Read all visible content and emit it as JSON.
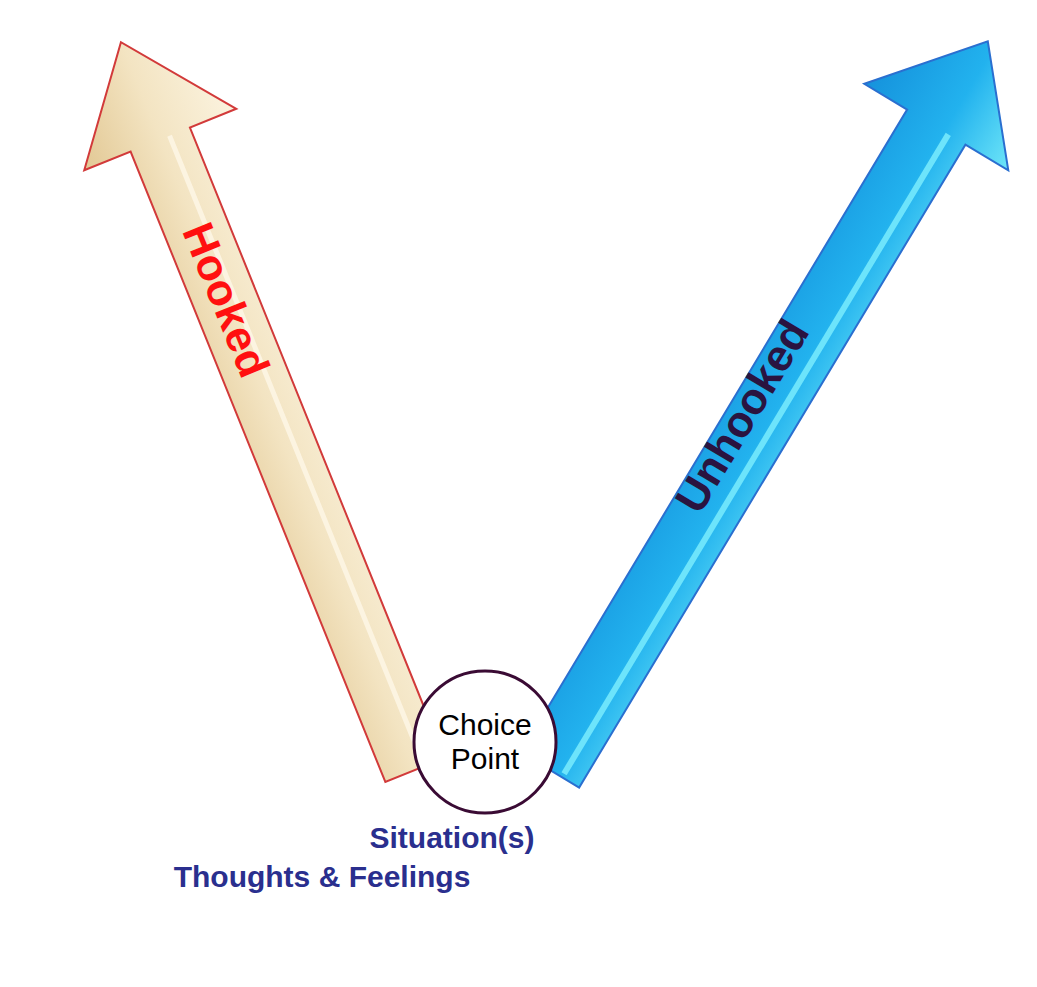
{
  "diagram": {
    "nodes": [
      {
        "text": [
          "Choice Point"
        ]
      }
    ],
    "labels": [
      "Hooked",
      "Unhooked",
      "Situation(s)",
      "Thoughts & Feelings"
    ]
  }
}
